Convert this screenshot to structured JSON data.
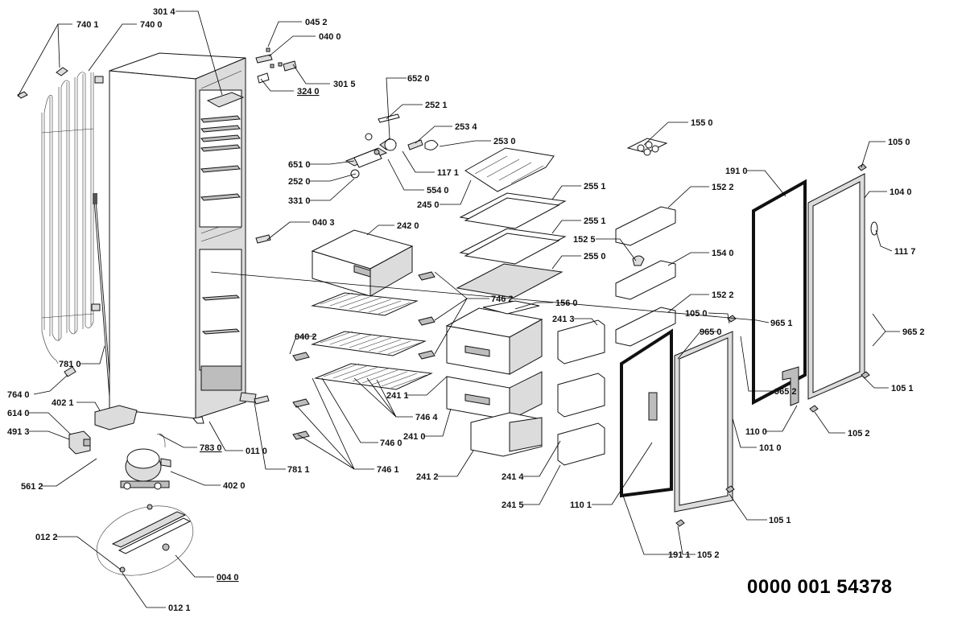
{
  "document_number": "0000 001 54378",
  "labels": {
    "l7401": "740 1",
    "l7400": "740 0",
    "l3014": "301 4",
    "l0452": "045 2",
    "l0400": "040 0",
    "l3240": "324 0",
    "l3015": "301 5",
    "l6520": "652 0",
    "l2521": "252 1",
    "l2534": "253 4",
    "l2530": "253 0",
    "l1550": "155 0",
    "l1050a": "105 0",
    "l6510": "651 0",
    "l1171": "117 1",
    "l2520": "252 0",
    "l5540": "554 0",
    "l3310": "331 0",
    "l2450": "245 0",
    "l2551a": "255 1",
    "l1910a": "191 0",
    "l1040": "104 0",
    "l1522a": "152 2",
    "l0403": "040 3",
    "l2420": "242 0",
    "l2551b": "255 1",
    "l1525": "152 5",
    "l1540": "154 0",
    "l1117": "111 7",
    "l2550": "255 0",
    "l9651": "965 1",
    "l7462": "746 2",
    "l1560": "156 0",
    "l1522b": "152 2",
    "l2413": "241 3",
    "l1050b": "105 0",
    "l9650": "965 0",
    "l0402": "040 2",
    "l9652a": "965 2",
    "l7810": "781 0",
    "l7640": "764 0",
    "l9652b": "965 2",
    "l1051a": "105 1",
    "l2411": "241 1",
    "l4021": "402 1",
    "l7464": "746 4",
    "l6140": "614 0",
    "l4913": "491 3",
    "l2410": "241 0",
    "l1100": "110 0",
    "l1052a": "105 2",
    "l7460": "746 0",
    "l7830": "783 0",
    "l0110": "011 0",
    "l1010": "101 0",
    "l7811": "781 1",
    "l7461": "746 1",
    "l5612": "561 2",
    "l4020": "402 0",
    "l2412": "241 2",
    "l2414": "241 4",
    "l2415": "241 5",
    "l1101": "110 1",
    "l1051b": "105 1",
    "l0122": "012 2",
    "l1911": "191  1",
    "l1052b": "105 2",
    "l0040": "004 0",
    "l0121": "012 1"
  }
}
